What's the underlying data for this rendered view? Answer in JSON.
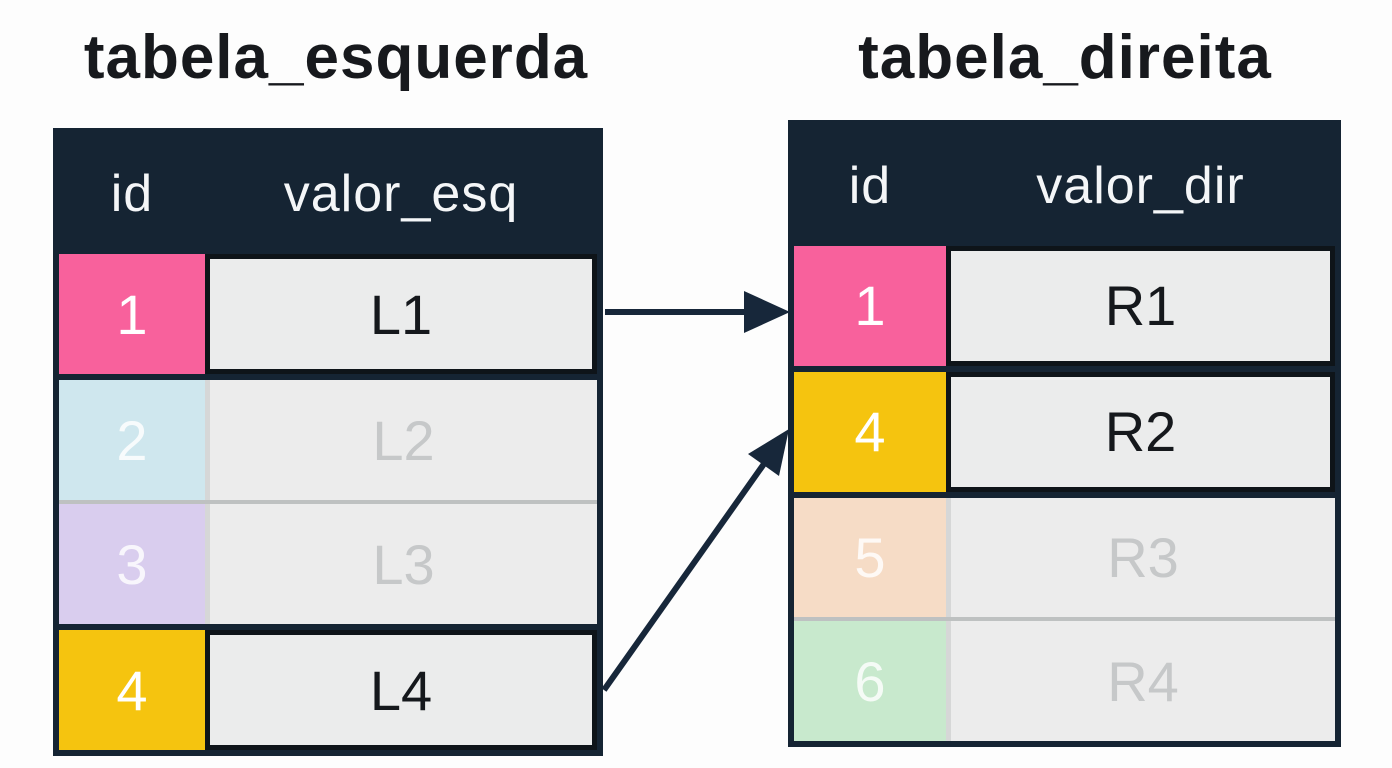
{
  "diagram": {
    "type": "table-join-diagram",
    "left_table": {
      "title": "tabela_esquerda",
      "columns": [
        "id",
        "valor_esq"
      ],
      "rows": [
        {
          "id": "1",
          "value": "L1",
          "id_color": "#F8619C",
          "matched": true
        },
        {
          "id": "2",
          "value": "L2",
          "id_color": "#CFE7EE",
          "matched": false
        },
        {
          "id": "3",
          "value": "L3",
          "id_color": "#D9CDEE",
          "matched": false
        },
        {
          "id": "4",
          "value": "L4",
          "id_color": "#F5C40F",
          "matched": true
        }
      ]
    },
    "right_table": {
      "title": "tabela_direita",
      "columns": [
        "id",
        "valor_dir"
      ],
      "rows": [
        {
          "id": "1",
          "value": "R1",
          "id_color": "#F8619C",
          "matched": true
        },
        {
          "id": "4",
          "value": "R2",
          "id_color": "#F5C40F",
          "matched": true
        },
        {
          "id": "5",
          "value": "R3",
          "id_color": "#F6DCC6",
          "matched": false
        },
        {
          "id": "6",
          "value": "R4",
          "id_color": "#C8E9CD",
          "matched": false
        }
      ]
    },
    "arrows": [
      {
        "from": "left row id 1 (L1)",
        "to": "right row id 1 (R1)"
      },
      {
        "from": "left row id 4 (L4)",
        "to": "right row id 4 (R2)"
      }
    ],
    "colors": {
      "header_bg": "#152433",
      "arrow": "#17273A",
      "matched_border": "#0E1419",
      "cell_bg": "#EBECEC",
      "faded_text": "#C6C8C9",
      "pink": "#F8619C",
      "yellow": "#F5C40F",
      "light_blue": "#CFE7EE",
      "lavender": "#D9CDEE",
      "peach": "#F6DCC6",
      "light_green": "#C8E9CD"
    }
  }
}
